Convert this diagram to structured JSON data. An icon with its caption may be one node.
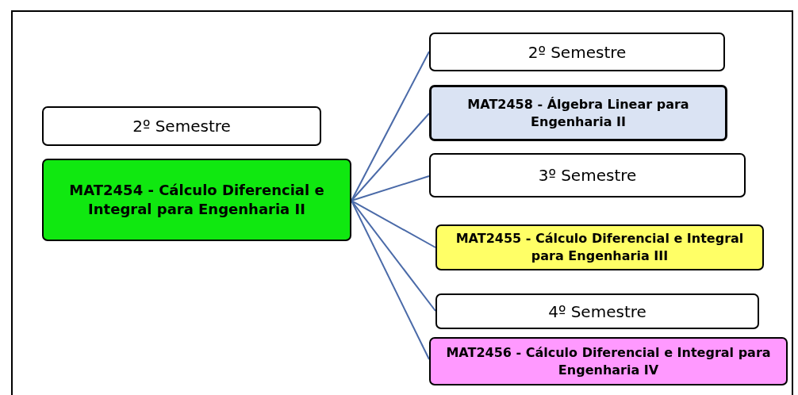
{
  "diagram": {
    "nodes": [
      {
        "text": [
          "2º Semestre"
        ]
      },
      {
        "text": [
          "MAT2454 - Cálculo Diferencial e Integral para Engenharia II"
        ]
      },
      {
        "text": [
          "2º Semestre"
        ]
      },
      {
        "text": [
          "MAT2458 - Álgebra Linear para Engenharia II"
        ]
      },
      {
        "text": [
          "3º Semestre"
        ]
      },
      {
        "text": [
          "MAT2455 - Cálculo Diferencial e Integral para Engenharia III"
        ]
      },
      {
        "text": [
          "4º Semestre"
        ]
      },
      {
        "text": [
          "MAT2456 - Cálculo Diferencial e Integral para Engenharia IV"
        ]
      }
    ],
    "edges": [
      {
        "from": 1,
        "to": 2,
        "arrow": "none"
      },
      {
        "from": 1,
        "to": 3,
        "arrow": "none"
      },
      {
        "from": 1,
        "to": 4,
        "arrow": "none"
      },
      {
        "from": 1,
        "to": 5,
        "arrow": "none"
      },
      {
        "from": 1,
        "to": 6,
        "arrow": "none"
      },
      {
        "from": 1,
        "to": 7,
        "arrow": "none"
      }
    ]
  }
}
